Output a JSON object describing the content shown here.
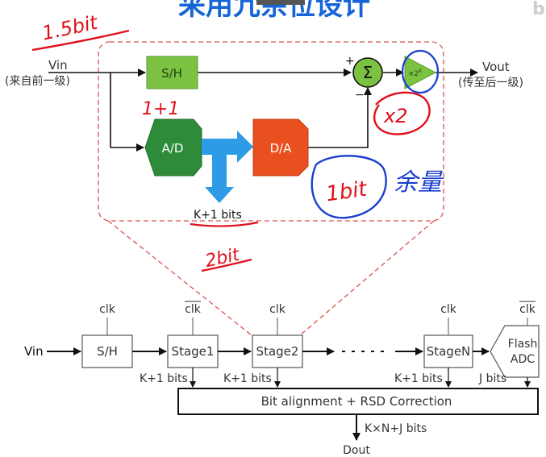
{
  "title": "采用冗余位设计",
  "top_block": {
    "vin_label": "Vin",
    "vin_sub": "(来自前一级)",
    "vout_label": "Vout",
    "vout_sub": "(传至后一级)",
    "sh_label": "S/H",
    "ad_label": "A/D",
    "da_label": "D/A",
    "sum_symbol": "Σ",
    "plus_sign": "+",
    "minus_sign": "−",
    "gain_label": "×2",
    "gain_exp": "K",
    "bits_label": "K+1 bits"
  },
  "annotations": {
    "a1": "1.5bit",
    "a2": "1+1",
    "a3": "x2",
    "a4": "1bit",
    "a5": "余量",
    "a6": "2bit"
  },
  "bottom": {
    "vin_label": "Vin",
    "sh_label": "S/H",
    "stage1_label": "Stage1",
    "stage2_label": "Stage2",
    "stageN_label": "StageN",
    "flash_line1": "Flash",
    "flash_line2": "ADC",
    "clk": "clk",
    "bits1": "K+1 bits",
    "bits2": "K+1 bits",
    "bitsN": "K+1 bits",
    "bitsJ": "J bits",
    "correction_label": "Bit alignment + RSD Correction",
    "output_bits": "K×N+J bits",
    "dout_label": "Dout"
  },
  "colors": {
    "title": "#1565d8",
    "sh_green": "#7cc242",
    "ad_green": "#2e8b3a",
    "da_orange": "#e8501f",
    "arrow_blue": "#2e9be6",
    "dashed_red": "#d9534f",
    "ink_red": "#e0101b",
    "ink_blue": "#1a3fd0"
  }
}
